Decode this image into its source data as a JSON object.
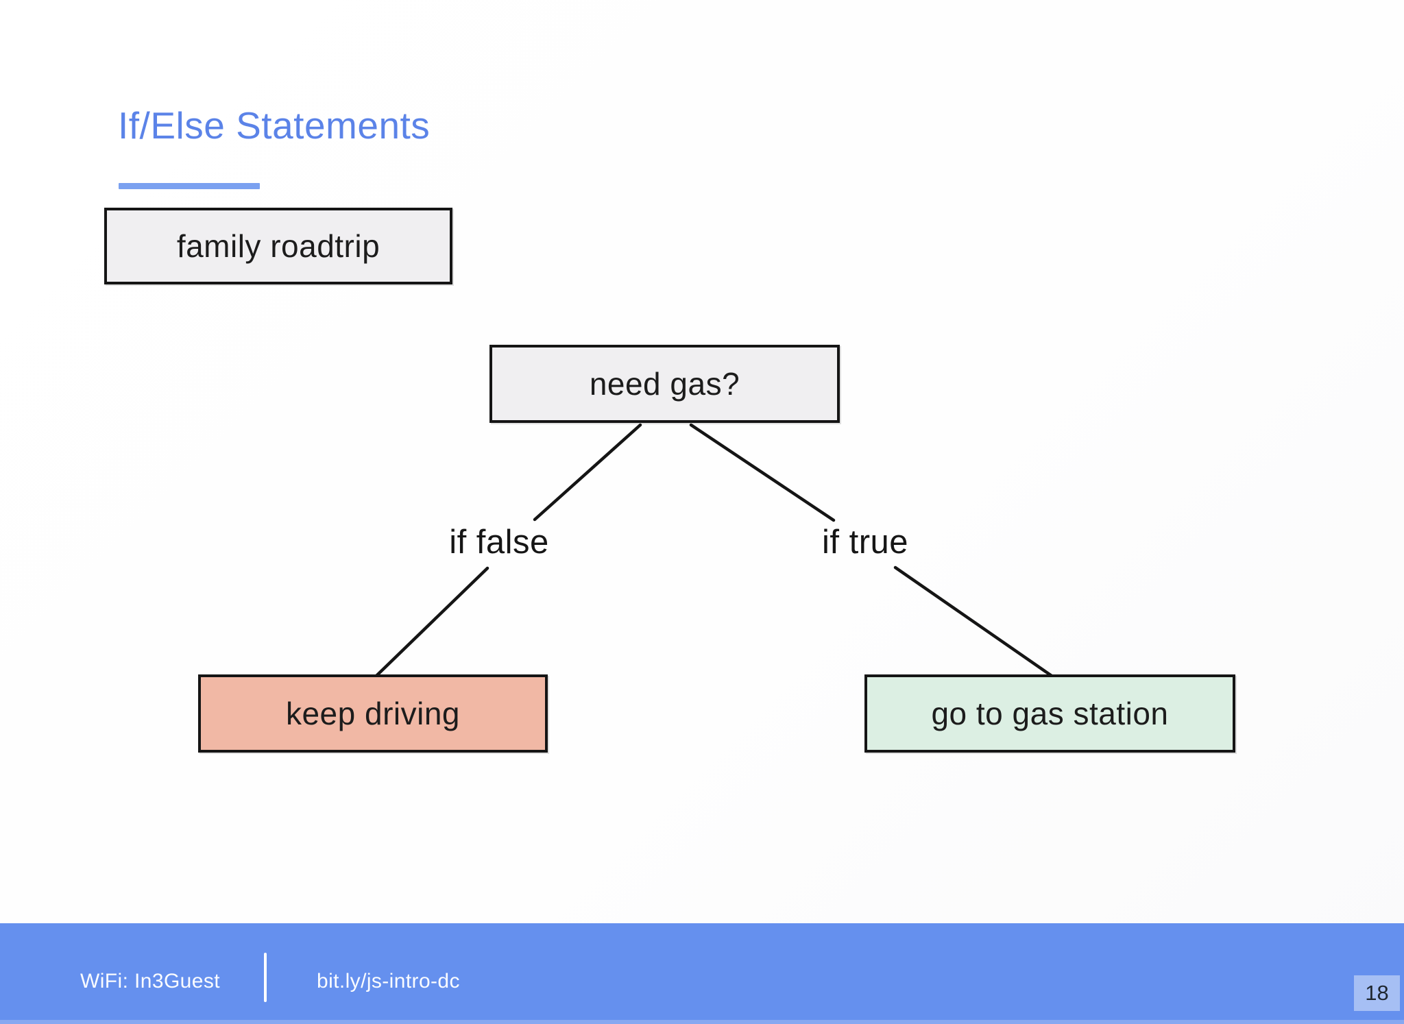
{
  "slide": {
    "title": "If/Else Statements",
    "page_number": "18"
  },
  "diagram": {
    "example_box": {
      "label": "family roadtrip"
    },
    "decision_box": {
      "label": "need gas?"
    },
    "false_branch": {
      "label": "if false",
      "result_box": {
        "label": "keep driving"
      }
    },
    "true_branch": {
      "label": "if true",
      "result_box": {
        "label": "go to gas station"
      }
    }
  },
  "footer": {
    "wifi": "WiFi: In3Guest",
    "link": "bit.ly/js-intro-dc"
  },
  "colors": {
    "title_blue": "#5b83e8",
    "underline_blue": "#7ba1f0",
    "footer_blue": "#6590ee",
    "page_badge_blue": "#a6bff4",
    "neutral_box_gray": "#f0eff1",
    "false_box_salmon": "#f1b8a5",
    "true_box_mint": "#dcefe3",
    "line_black": "#151515"
  }
}
